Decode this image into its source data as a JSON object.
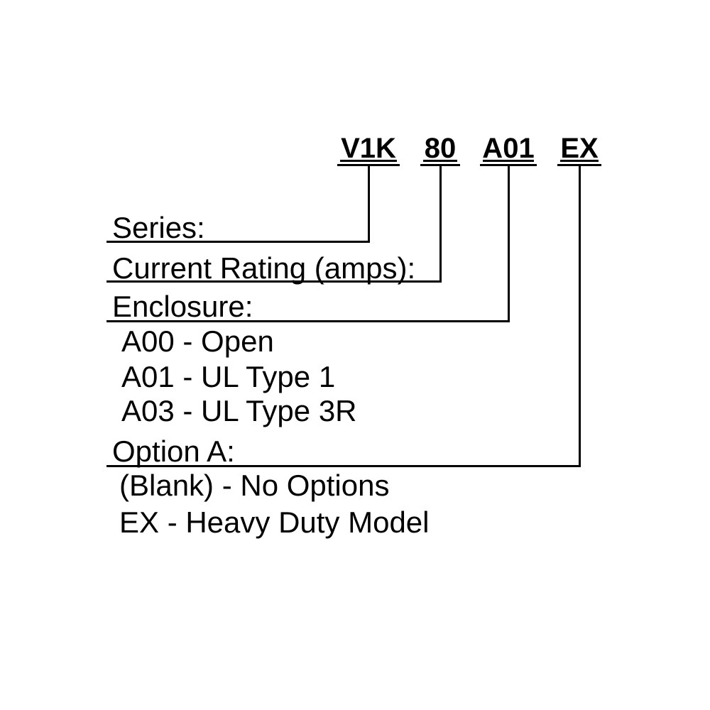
{
  "model_number": {
    "description": "Model number nomenclature diagram",
    "segments": [
      {
        "code": "V1K",
        "label": "Series:",
        "options": []
      },
      {
        "code": "80",
        "label": "Current Rating (amps):",
        "options": []
      },
      {
        "code": "A01",
        "label": "Enclosure:",
        "options": [
          "A00 - Open",
          "A01 - UL Type 1",
          "A03 - UL Type 3R"
        ]
      },
      {
        "code": "EX",
        "label": "Option A:",
        "options": [
          "(Blank) - No Options",
          "EX - Heavy Duty Model"
        ]
      }
    ]
  },
  "colors": {
    "line": "#000000",
    "text": "#000000",
    "background": "#ffffff"
  }
}
